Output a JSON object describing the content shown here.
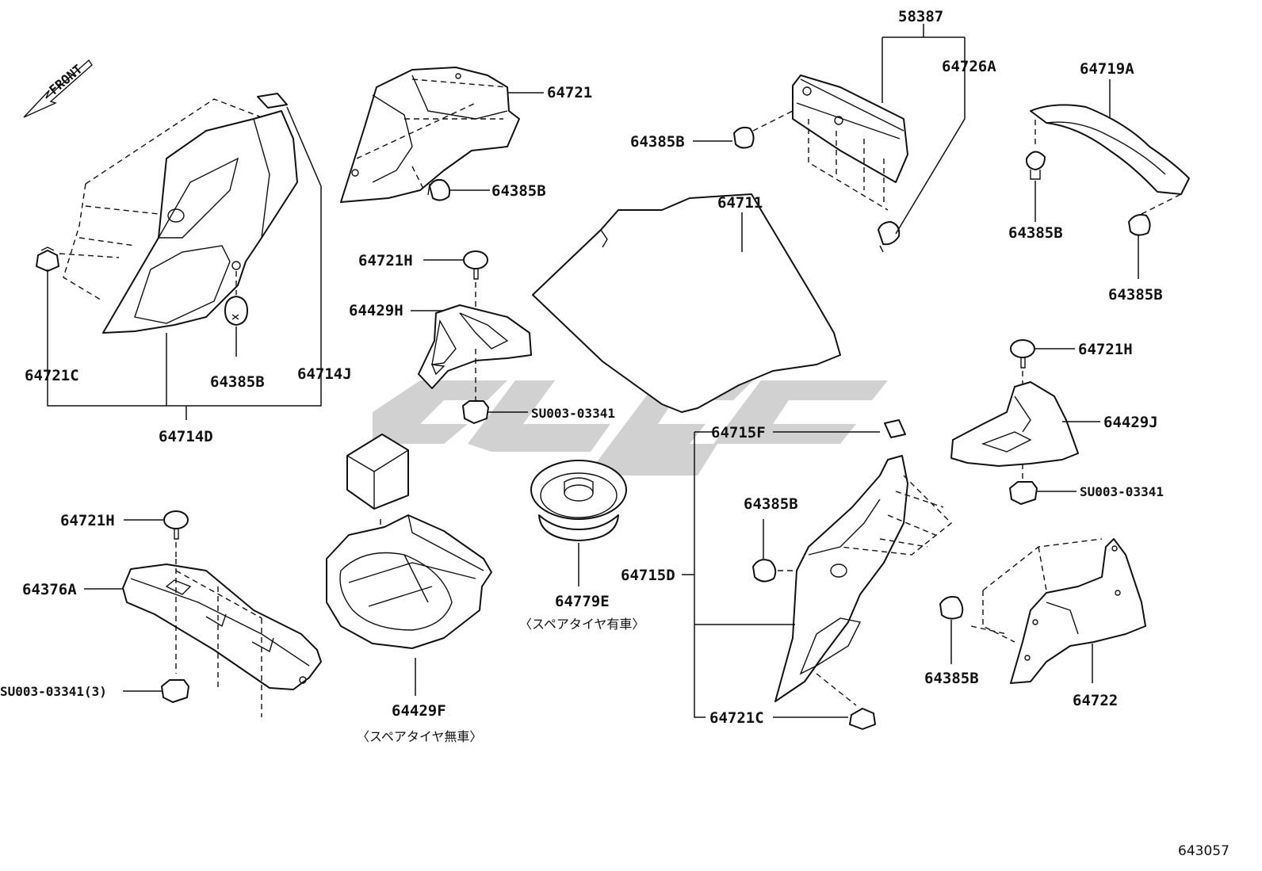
{
  "front_label": "FRONT",
  "labels": {
    "p58387": "58387",
    "p64726A": "64726A",
    "p64719A": "64719A",
    "p64721": "64721",
    "p64385B_a": "64385B",
    "p64385B_b": "64385B",
    "p64385B_c": "64385B",
    "p64385B_d": "64385B",
    "p64385B_e": "64385B",
    "p64385B_f": "64385B",
    "p64385B_g": "64385B",
    "p64711": "64711",
    "p64721H_a": "64721H",
    "p64721H_b": "64721H",
    "p64721H_c": "64721H",
    "p64429H": "64429H",
    "p64429J": "64429J",
    "p64721C_a": "64721C",
    "p64721C_b": "64721C",
    "p64714J": "64714J",
    "p64714D": "64714D",
    "pSU_a": "SU003-03341",
    "pSU_b": "SU003-03341",
    "pSU_c": "SU003-03341(3)",
    "p64715F": "64715F",
    "p64715D": "64715D",
    "p64376A": "64376A",
    "p64779E": "64779E",
    "p64429F": "64429F",
    "p64722": "64722"
  },
  "notes": {
    "with_spare": "〈スペアタイヤ有車〉",
    "without_spare": "〈スペアタイヤ無車〉"
  },
  "diagram_id": "643057"
}
